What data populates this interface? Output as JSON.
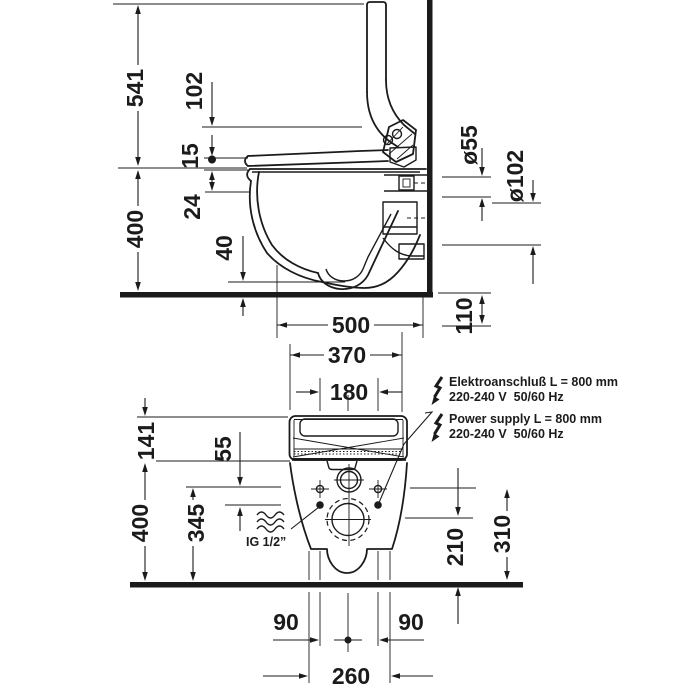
{
  "drawing": {
    "title": "wall-hung shower-toilet installation drawing",
    "colors": {
      "line": "#1b1b1b",
      "background": "#ffffff"
    },
    "side_view": {
      "dims": {
        "d541": "541",
        "d102": "102",
        "d15": "15",
        "d24": "24",
        "d400": "400",
        "d40": "40",
        "dia55": "ø55",
        "dia102": "ø102",
        "d110": "110",
        "d500": "500"
      }
    },
    "front_view": {
      "dims": {
        "d370": "370",
        "d180": "180",
        "d141": "141",
        "d55": "55",
        "d400": "400",
        "d345": "345",
        "d210": "210",
        "d310": "310",
        "d90l": "90",
        "d90r": "90",
        "d260": "260"
      }
    },
    "annotations": {
      "electrical_de_line1": "Elektroanschluß L = 800 mm",
      "electrical_de_line2": "220-240 V  50/60 Hz",
      "electrical_en_line1": "Power supply L = 800 mm",
      "electrical_en_line2": "220-240 V  50/60 Hz",
      "water_connection": "IG 1/2”"
    }
  }
}
